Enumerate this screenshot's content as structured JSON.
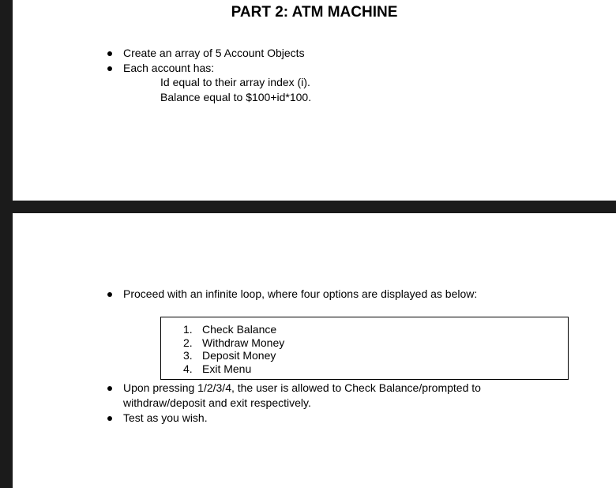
{
  "page1": {
    "title": "PART 2: ATM MACHINE",
    "bullets": [
      "Create an array of 5 Account Objects",
      "Each account has:"
    ],
    "sub_items": [
      "Id equal to their  array index (i).",
      "Balance equal to $100+id*100."
    ]
  },
  "page2": {
    "intro_bullet": "Proceed with an infinite loop, where four options are displayed  as below:",
    "menu": [
      {
        "num": "1.",
        "label": "Check Balance"
      },
      {
        "num": "2.",
        "label": "Withdraw Money"
      },
      {
        "num": "3.",
        "label": "Deposit Money"
      },
      {
        "num": "4.",
        "label": "Exit Menu"
      }
    ],
    "after_bullets": [
      {
        "lines": [
          "Upon pressing 1/2/3/4, the user is allowed to Check Balance/prompted to",
          "withdraw/deposit and exit respectively."
        ]
      },
      {
        "lines": [
          "Test as you wish."
        ]
      }
    ]
  }
}
